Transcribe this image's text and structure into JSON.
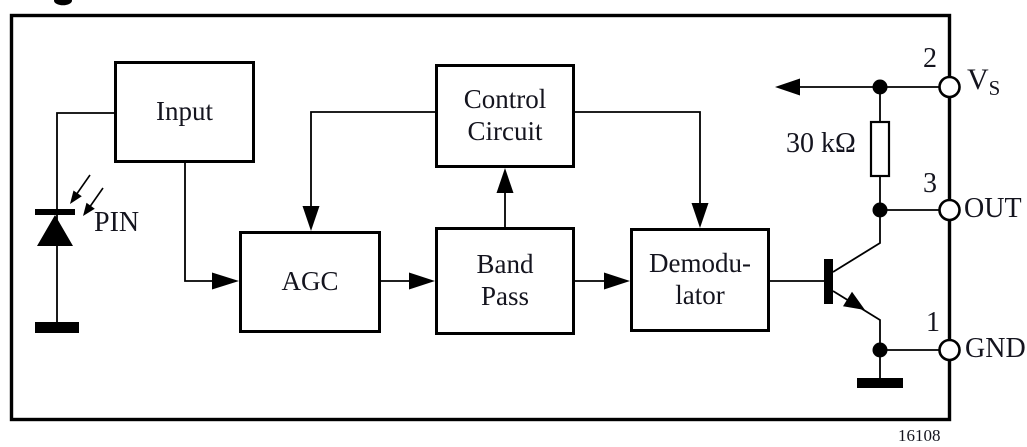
{
  "diagram": {
    "figure_number": "16108",
    "blocks": {
      "input": {
        "label": "Input"
      },
      "control_circuit": {
        "line1": "Control",
        "line2": "Circuit"
      },
      "agc": {
        "label": "AGC"
      },
      "band_pass": {
        "line1": "Band",
        "line2": "Pass"
      },
      "demodulator": {
        "line1": "Demodu-",
        "line2": "lator"
      }
    },
    "labels": {
      "photodiode": "PIN",
      "resistor": "30 kΩ"
    },
    "pins": [
      {
        "number": "2",
        "name": "V",
        "name_subscript": "S"
      },
      {
        "number": "3",
        "name": "OUT",
        "name_subscript": ""
      },
      {
        "number": "1",
        "name": "GND",
        "name_subscript": ""
      }
    ],
    "colors": {
      "line": "#000000",
      "text": "#14141e",
      "background": "#ffffff"
    }
  }
}
